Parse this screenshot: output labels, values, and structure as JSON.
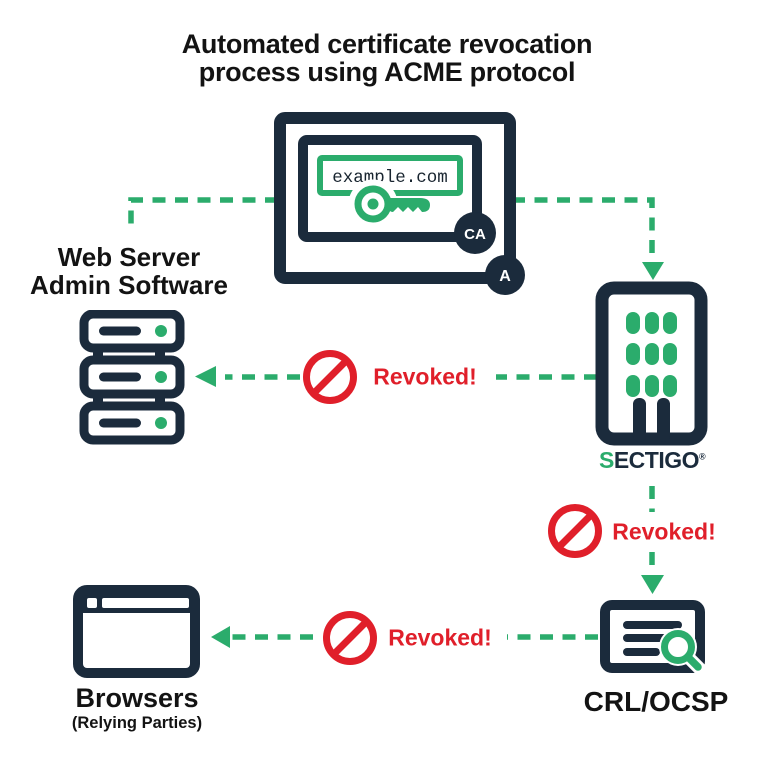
{
  "title": {
    "line1": "Automated certificate revocation",
    "line2": "process using ACME protocol"
  },
  "colors": {
    "navy": "#1b2b3c",
    "green": "#2bac6c",
    "red": "#e01f2a",
    "title_text": "#131313",
    "background": "#ffffff"
  },
  "certificate": {
    "domain": "example.com",
    "ca_badge": "CA",
    "acme_badge": "A"
  },
  "web_server": {
    "label_line1": "Web Server",
    "label_line2": "Admin Software"
  },
  "sectigo": {
    "logo_prefix": "S",
    "logo_suffix": "ECTIGO",
    "logo_mark": "®"
  },
  "crl_ocsp": {
    "label": "CRL/OCSP"
  },
  "browsers": {
    "label": "Browsers",
    "sublabel": "(Relying Parties)"
  },
  "annotations": {
    "revoked": "Revoked!"
  },
  "icons": {
    "certificate": "certificate-icon",
    "key": "key-icon",
    "web_server": "server-stack-icon",
    "sectigo": "office-building-icon",
    "crl_ocsp": "document-search-icon",
    "magnifier": "search-icon",
    "browsers": "browser-window-icon",
    "revoked": "prohibition-icon",
    "arrows": "dashed-arrow-icon"
  }
}
